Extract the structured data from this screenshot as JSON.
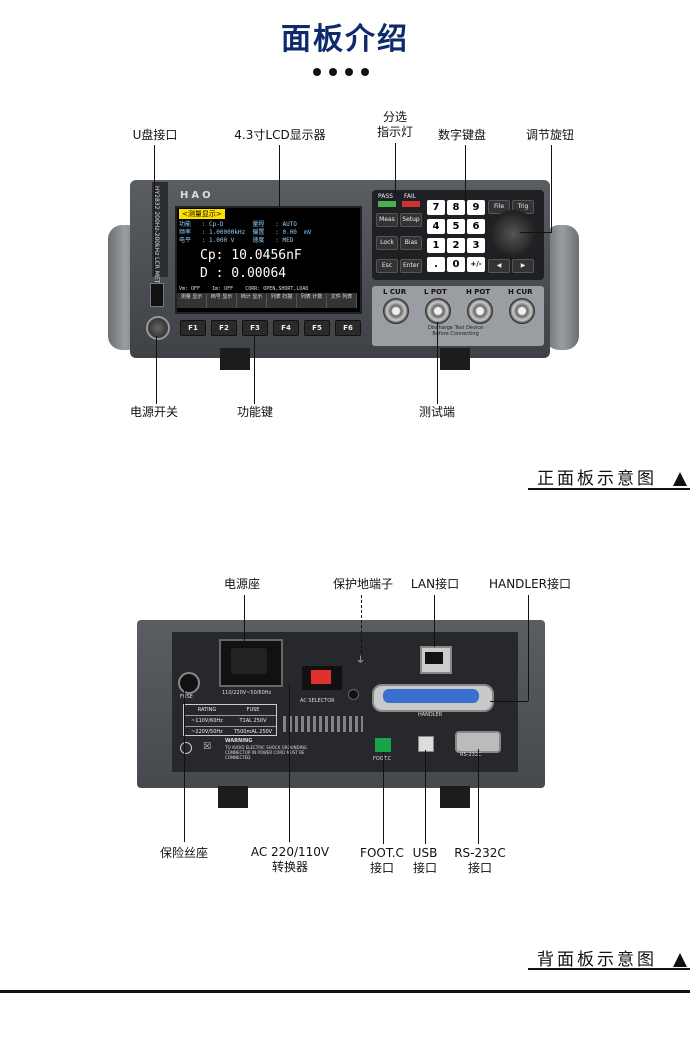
{
  "header": {
    "title": "面板介绍"
  },
  "front": {
    "labels": {
      "usb": "U盘接口",
      "lcd": "4.3寸LCD显示器",
      "sort_light": "分选\n指示灯",
      "keypad": "数字键盘",
      "knob": "调节旋钮",
      "power": "电源开关",
      "function_keys": "功能键",
      "test_terminal": "测试端"
    },
    "caption": "正面板示意图",
    "device": {
      "brand": "HAO",
      "side_text": "HY2832  200Hz-200kHz  LCR METER",
      "screen": {
        "header": "<测量显示>",
        "rows": [
          "功能   : Cp-D        量程   : AUTO",
          "频率   : 1.00000kHz  偏置   : 0.00  mV",
          "电平   : 1.000 V     速度   : MED"
        ],
        "main_value_1": "Cp: 10.0456nF",
        "main_value_2": "D : 0.00064",
        "footer": "Vm: OFF    Im: OFF    CORR: OPEN,SHORT,LOAD",
        "softkeys": [
          "测量\n显示",
          "档号\n显示",
          "档计\n显示",
          "列表\n扫描",
          "列表\n计数",
          "文件\n列表"
        ]
      },
      "fkeys": [
        "F1",
        "F2",
        "F3",
        "F4",
        "F5",
        "F6"
      ],
      "status_lights": [
        "PASS",
        "FAIL"
      ],
      "left_keys": [
        "Meas",
        "Setup",
        "Lock",
        "Bias",
        "Esc",
        "Enter"
      ],
      "digits": [
        "7",
        "8",
        "9",
        "4",
        "5",
        "6",
        "1",
        "2",
        "3",
        ".",
        "0",
        "+/-"
      ],
      "right_keys": [
        "File",
        "Trig",
        "◀",
        "▶"
      ],
      "terminals": [
        "L CUR",
        "L POT",
        "H POT",
        "H CUR"
      ],
      "terminal_note": "Discharge Test Device\nBefore Connecting"
    }
  },
  "rear": {
    "labels": {
      "power_socket": "电源座",
      "ground": "保护地端子",
      "lan": "LAN接口",
      "handler": "HANDLER接口",
      "fuse": "保险丝座",
      "ac_switch": "AC 220/110V\n转换器",
      "foot": "FOOT.C\n接口",
      "usb": "USB\n接口",
      "rs232": "RS-232C\n接口"
    },
    "caption": "背面板示意图",
    "device": {
      "power_rating": "110/220V~50/60Hz",
      "fuse_label": "FUSE",
      "rating_table": [
        [
          "RATING",
          "FUSE"
        ],
        [
          "~110V/60Hz",
          "T1AL 250V"
        ],
        [
          "~220V/50Hz",
          "T500mAL 250V"
        ]
      ],
      "ac_selector": "AC SELECTOR",
      "handler_label": "HANDLER",
      "warning_title": "WARNING",
      "warning_text": "TO AVOID ELECTRIC SHOCK GROUNDING\nCONNECTOR IN POWER CORD MUST BE\nCONNECTED.",
      "foot_label": "FOOT.C",
      "rs232_label": "RS-232C"
    }
  }
}
